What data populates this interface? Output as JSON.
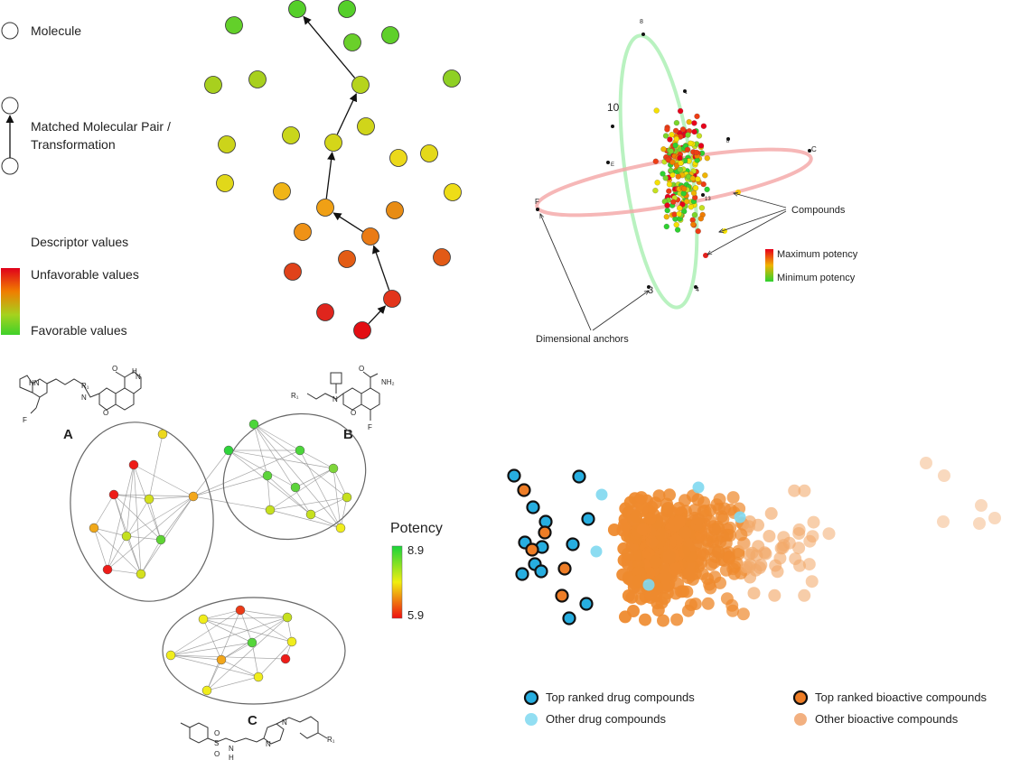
{
  "panel_mmp": {
    "legend": {
      "molecule": "Molecule",
      "mmp_line1": "Matched Molecular Pair /",
      "mmp_line2": "Transformation",
      "descriptor_title": "Descriptor values",
      "unfavorable": "Unfavorable values",
      "favorable": "Favorable values"
    },
    "gradient_colors": [
      "#e0001b",
      "#f07d00",
      "#a5d21e",
      "#3fd12a"
    ]
  },
  "panel_3d": {
    "anchor_labels": [
      "8",
      "10",
      "E",
      "F",
      "C",
      "B",
      "G",
      "13",
      "3",
      "4",
      "1"
    ],
    "callout_compounds": "Compounds",
    "callout_anchors": "Dimensional anchors",
    "legend_max": "Maximum potency",
    "legend_min": "Minimum potency"
  },
  "panel_network": {
    "title": "Potency",
    "max": "8.9",
    "min": "5.9",
    "label_a": "A",
    "label_b": "B",
    "label_c": "C",
    "struct_a": [
      "HN",
      "O",
      "H",
      "N",
      "N",
      "R₁",
      "F",
      "O"
    ],
    "struct_b": [
      "NH₂",
      "O",
      "N",
      "R₁",
      "O",
      "F"
    ],
    "struct_c": [
      "S",
      "O",
      "O",
      "N",
      "H",
      "N",
      "N",
      "R₁"
    ]
  },
  "panel_scatter": {
    "legend": {
      "top_drug": "Top ranked drug compounds",
      "other_drug": "Other drug compounds",
      "top_bioactive": "Top ranked  bioactive compounds",
      "other_bioactive": "Other bioactive compounds"
    },
    "colors": {
      "drug": "#27aee0",
      "drug_light": "#7fd8f0",
      "bioactive": "#ee7d26",
      "bioactive_light": "#f7c8a0"
    }
  }
}
